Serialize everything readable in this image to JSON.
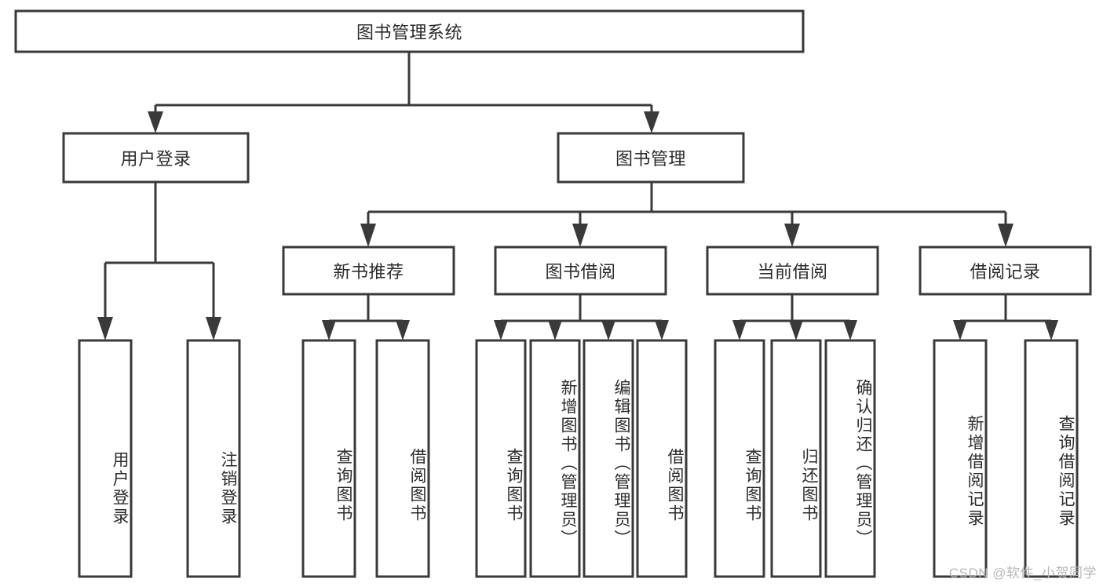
{
  "diagram": {
    "type": "tree-hierarchy-chart",
    "title": "图书管理系统",
    "stroke_color": "#3a3a3a",
    "fill_color": "#ffffff",
    "text_color": "#2b2b2b",
    "background_color": "#ffffff",
    "levels": {
      "root": {
        "label": "图书管理系统"
      },
      "level2": [
        {
          "label": "用户登录"
        },
        {
          "label": "图书管理"
        }
      ],
      "level3": [
        {
          "label": "新书推荐"
        },
        {
          "label": "图书借阅"
        },
        {
          "label": "当前借阅"
        },
        {
          "label": "借阅记录"
        }
      ],
      "leaves": {
        "user_login": [
          {
            "label": "用户登录"
          },
          {
            "label": "注销登录"
          }
        ],
        "new_book_recommend": [
          {
            "label": "查询图书"
          },
          {
            "label": "借阅图书"
          }
        ],
        "book_borrow": [
          {
            "label": "查询图书"
          },
          {
            "label": "新增图书（管理员）"
          },
          {
            "label": "编辑图书（管理员）"
          },
          {
            "label": "借阅图书"
          }
        ],
        "current_borrow": [
          {
            "label": "查询图书"
          },
          {
            "label": "归还图书"
          },
          {
            "label": "确认归还（管理员）"
          }
        ],
        "borrow_record": [
          {
            "label": "新增借阅记录"
          },
          {
            "label": "查询借阅记录"
          }
        ]
      }
    }
  },
  "watermark": {
    "text": "CSDN @软件_小贺同学"
  }
}
